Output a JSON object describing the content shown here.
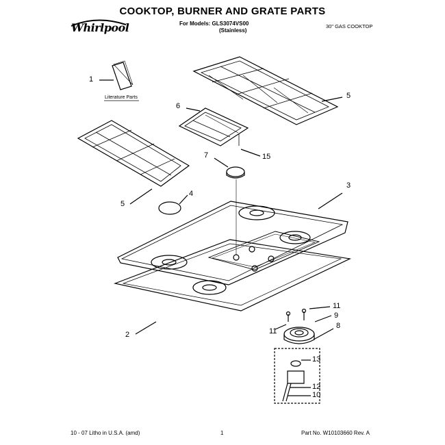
{
  "title": "COOKTOP, BURNER AND GRATE PARTS",
  "models_prefix": "For Models: GLS3074VS00",
  "finish": "(Stainless)",
  "subtitle": "30\" GAS COOKTOP",
  "brand": "Whirlpool",
  "literature_label": "Literature Parts",
  "callouts": {
    "c1": "1",
    "c2": "2",
    "c3": "3",
    "c4": "4",
    "c5a": "5",
    "c5b": "5",
    "c6": "6",
    "c7": "7",
    "c8": "8",
    "c9": "9",
    "c10": "10",
    "c11a": "11",
    "c11b": "11",
    "c12": "12",
    "c13": "13",
    "c15": "15"
  },
  "footer": {
    "left": "10 - 07 Litho in U.S.A. (amd)",
    "center": "1",
    "right": "Part No. W10103660 Rev. A"
  }
}
